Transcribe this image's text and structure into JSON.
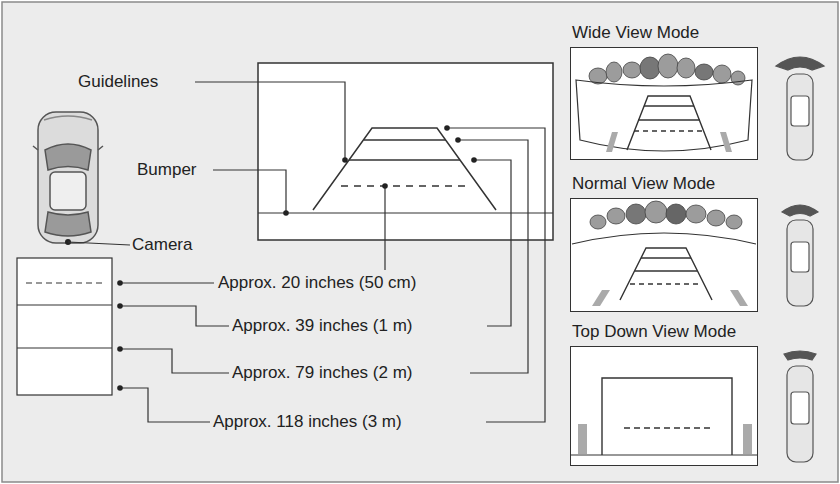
{
  "diagram": {
    "nodes": [
      {
        "text": [
          "Wide View Mode"
        ]
      },
      {
        "text": [
          "Normal View Mode"
        ]
      },
      {
        "text": [
          "Top Down View Mode"
        ]
      }
    ],
    "labels": [
      "Guidelines",
      "Bumper",
      "Camera",
      "Approx. 20 inches (50 cm)",
      "Approx. 39 inches (1 m)",
      "Approx. 79 inches (2 m)",
      "Approx. 118 inches (3 m)"
    ]
  }
}
